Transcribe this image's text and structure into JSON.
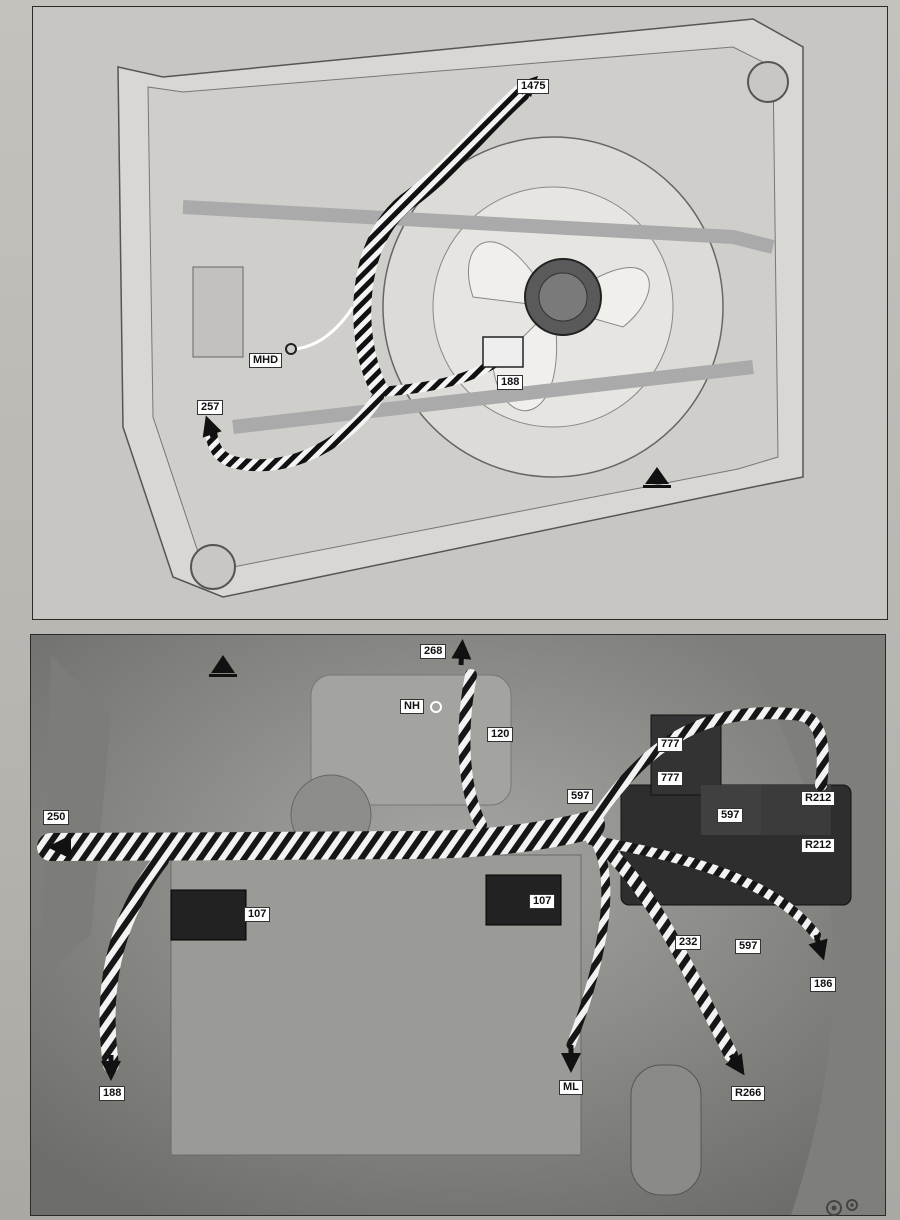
{
  "top_diagram": {
    "callouts": {
      "c1475": "1475",
      "c257": "257",
      "c188": "188",
      "mhd": "MHD"
    }
  },
  "bottom_diagram": {
    "callouts": {
      "c268": "268",
      "nh": "NH",
      "c120": "120",
      "c777a": "777",
      "c777b": "777",
      "c597a": "597",
      "c597b": "597",
      "c597c": "597",
      "r212a": "R212",
      "r212b": "R212",
      "c250": "250",
      "c107a": "107",
      "c107b": "107",
      "c232": "232",
      "c186": "186",
      "c188": "188",
      "ml": "ML",
      "r266": "R266"
    }
  },
  "colors": {
    "harness_dark": "#1a1a1a",
    "harness_light": "#f2f2f2",
    "frame": "#d4d3d0",
    "background_photo": "#8f8f8c"
  },
  "icons": [
    "ground-symbol-icon",
    "gear-icon"
  ]
}
